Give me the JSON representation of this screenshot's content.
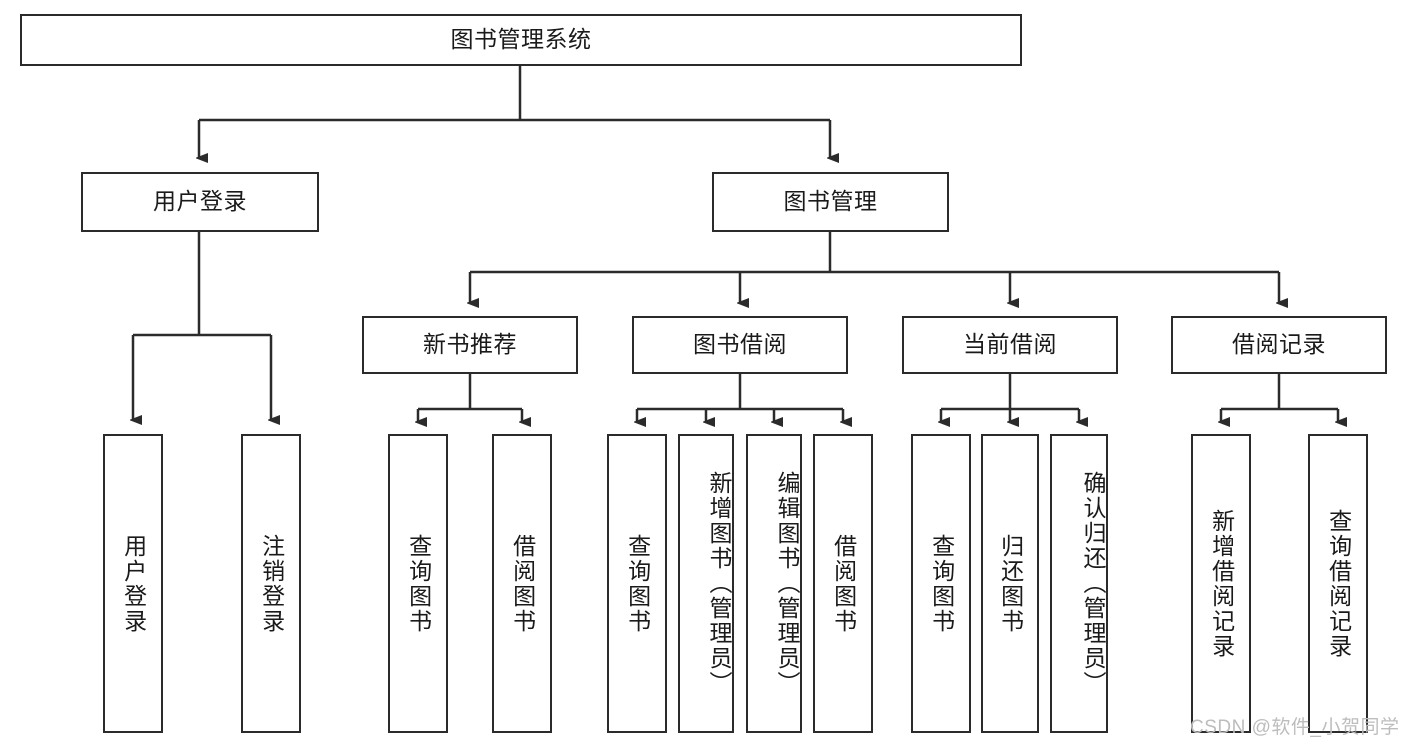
{
  "diagram": {
    "type": "tree-hierarchy",
    "title": "图书管理系统",
    "stroke_color": "#2b2b2b",
    "fill_color": "#ffffff",
    "text_color": "#1a1a1a",
    "levels": 4
  },
  "nodes": {
    "root": {
      "label": "图书管理系统",
      "orientation": "horizontal"
    },
    "level2": [
      {
        "label": "用户登录",
        "orientation": "horizontal"
      },
      {
        "label": "图书管理",
        "orientation": "horizontal"
      }
    ],
    "level3": [
      {
        "label": "新书推荐",
        "orientation": "horizontal"
      },
      {
        "label": "图书借阅",
        "orientation": "horizontal"
      },
      {
        "label": "当前借阅",
        "orientation": "horizontal"
      },
      {
        "label": "借阅记录",
        "orientation": "horizontal"
      }
    ],
    "leaves_user_login": [
      {
        "label": "用户登录",
        "orientation": "vertical"
      },
      {
        "label": "注销登录",
        "orientation": "vertical"
      }
    ],
    "leaves_new_book": [
      {
        "label": "查询图书",
        "orientation": "vertical"
      },
      {
        "label": "借阅图书",
        "orientation": "vertical"
      }
    ],
    "leaves_borrow": [
      {
        "label": "查询图书",
        "orientation": "vertical"
      },
      {
        "label": "新增图书（管理员）",
        "orientation": "vertical"
      },
      {
        "label": "编辑图书（管理员）",
        "orientation": "vertical"
      },
      {
        "label": "借阅图书",
        "orientation": "vertical"
      }
    ],
    "leaves_current": [
      {
        "label": "查询图书",
        "orientation": "vertical"
      },
      {
        "label": "归还图书",
        "orientation": "vertical"
      },
      {
        "label": "确认归还（管理员）",
        "orientation": "vertical"
      }
    ],
    "leaves_records": [
      {
        "label": "新增借阅记录",
        "orientation": "vertical"
      },
      {
        "label": "查询借阅记录",
        "orientation": "vertical"
      }
    ]
  },
  "watermark": {
    "text": "CSDN @软件_小贺同学",
    "color": "#bdbdbd"
  }
}
